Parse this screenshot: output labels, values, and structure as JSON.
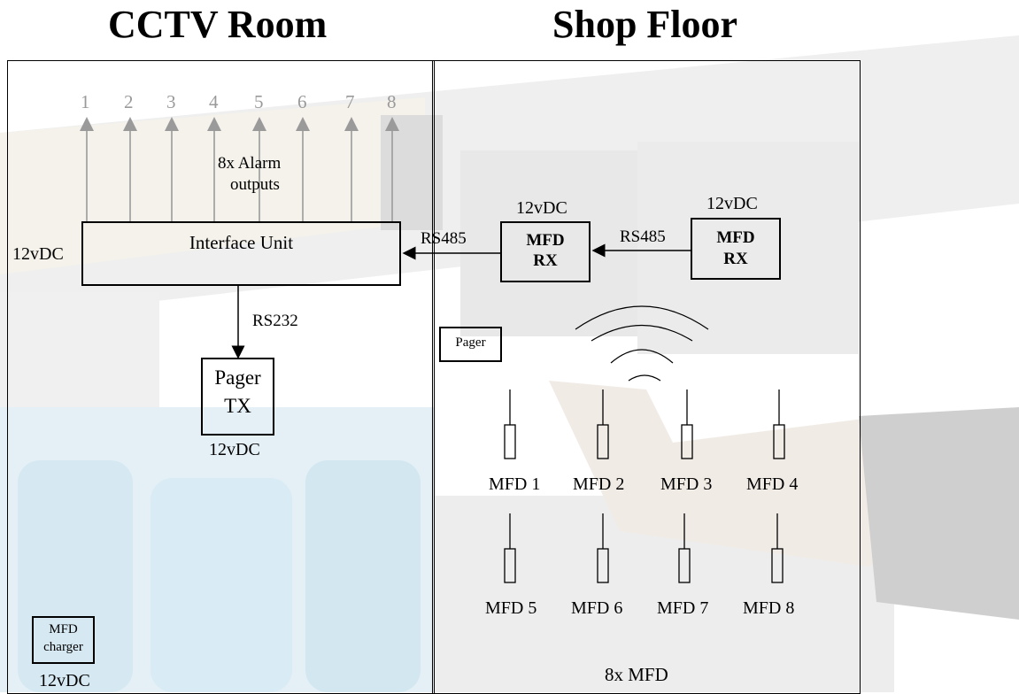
{
  "titles": {
    "left": "CCTV Room",
    "right": "Shop Floor"
  },
  "alarm_numbers": [
    "1",
    "2",
    "3",
    "4",
    "5",
    "6",
    "7",
    "8"
  ],
  "alarm_label": [
    "8x Alarm",
    "outputs"
  ],
  "interface_unit": {
    "label": "Interface Unit",
    "power": "12vDC"
  },
  "links": {
    "rs485_a": "RS485",
    "rs485_b": "RS485",
    "rs232": "RS232"
  },
  "mfd_rx_1": {
    "line1": "MFD",
    "line2": "RX",
    "power": "12vDC"
  },
  "mfd_rx_2": {
    "line1": "MFD",
    "line2": "RX",
    "power": "12vDC"
  },
  "pager_tx": {
    "line1": "Pager",
    "line2": "TX",
    "power": "12vDC"
  },
  "pager": {
    "label": "Pager"
  },
  "mfd_devices": [
    "MFD 1",
    "MFD 2",
    "MFD 3",
    "MFD 4",
    "MFD 5",
    "MFD 6",
    "MFD 7",
    "MFD 8"
  ],
  "mfd_count_label": "8x MFD",
  "mfd_charger": {
    "line1": "MFD",
    "line2": "charger",
    "power": "12vDC"
  },
  "colors": {
    "arrow_gray": "#9a9a9a",
    "line": "#000000",
    "background_photo": "#dbe3ea"
  }
}
